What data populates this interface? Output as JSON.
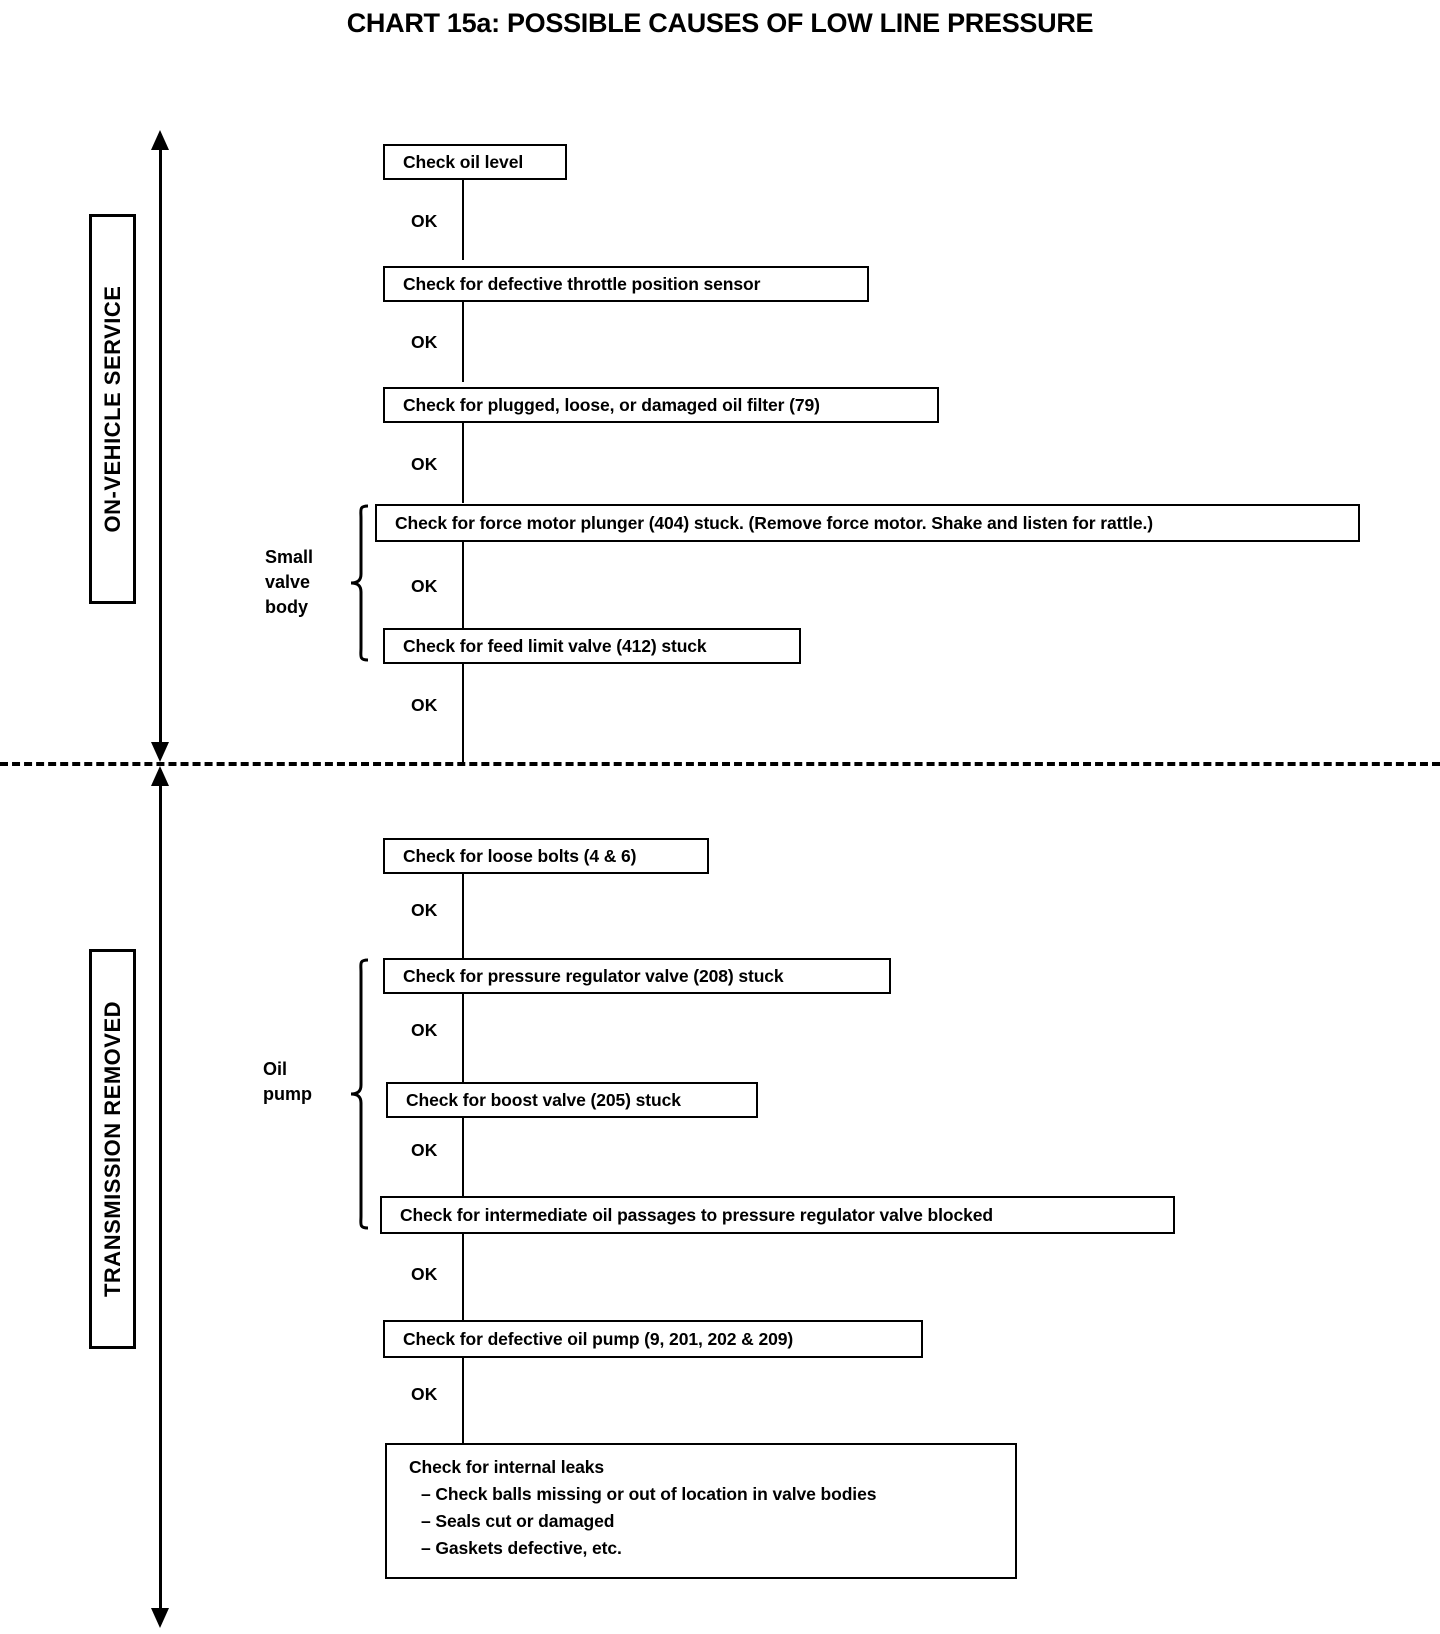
{
  "chart_data": {
    "type": "diagram",
    "title": "CHART 15a: POSSIBLE CAUSES OF LOW LINE PRESSURE",
    "flow_direction": "top-to-bottom",
    "transition_label": "OK",
    "sections": [
      {
        "name": "ON-VEHICLE SERVICE",
        "steps": [
          "Check oil level",
          "Check for defective throttle position sensor",
          "Check for plugged, loose, or damaged oil filter (79)",
          "Check for force motor plunger (404) stuck. (Remove force motor. Shake and listen for rattle.)",
          "Check for feed limit valve (412) stuck"
        ],
        "group": {
          "label": "Small valve body",
          "covers": [
            3,
            4
          ]
        }
      },
      {
        "name": "TRANSMISSION REMOVED",
        "steps": [
          "Check for loose bolts (4 & 6)",
          "Check for pressure regulator valve (208) stuck",
          "Check for boost valve (205) stuck",
          "Check for intermediate oil passages to pressure regulator valve blocked",
          "Check for defective oil pump (9, 201, 202 & 209)",
          "Check for internal leaks"
        ],
        "group": {
          "label": "Oil pump",
          "covers": [
            1,
            2,
            3
          ]
        }
      }
    ]
  },
  "title": "CHART 15a: POSSIBLE CAUSES OF LOW LINE PRESSURE",
  "sections": {
    "upper_label": "ON-VEHICLE SERVICE",
    "lower_label": "TRANSMISSION REMOVED"
  },
  "groups": {
    "small_valve_body": {
      "line1": "Small",
      "line2": "valve",
      "line3": "body"
    },
    "oil_pump": {
      "line1": "Oil",
      "line2": "pump"
    }
  },
  "ok": {
    "l1": "OK",
    "l2": "OK",
    "l3": "OK",
    "l4": "OK",
    "l5": "OK",
    "l6": "OK",
    "l7": "OK",
    "l8": "OK",
    "l9": "OK",
    "l10": "OK"
  },
  "boxes": {
    "b1": "Check oil level",
    "b2": "Check for defective throttle position sensor",
    "b3": "Check for plugged, loose, or damaged oil filter (79)",
    "b4": "Check for force motor plunger (404) stuck. (Remove force motor. Shake and listen for rattle.)",
    "b5": "Check for feed limit valve (412) stuck",
    "b6": "Check for loose bolts (4 & 6)",
    "b7": "Check for pressure regulator valve (208) stuck",
    "b8": "Check for boost valve (205) stuck",
    "b9": "Check for intermediate oil passages to pressure regulator valve blocked",
    "b10": "Check for defective oil pump (9, 201, 202 & 209)",
    "b11": {
      "line1": "Check for internal leaks",
      "line2": "– Check balls missing or out of location in valve bodies",
      "line3": "– Seals cut or damaged",
      "line4": "– Gaskets defective, etc."
    }
  },
  "colors": {
    "ink": "#000000",
    "paper": "#ffffff"
  }
}
